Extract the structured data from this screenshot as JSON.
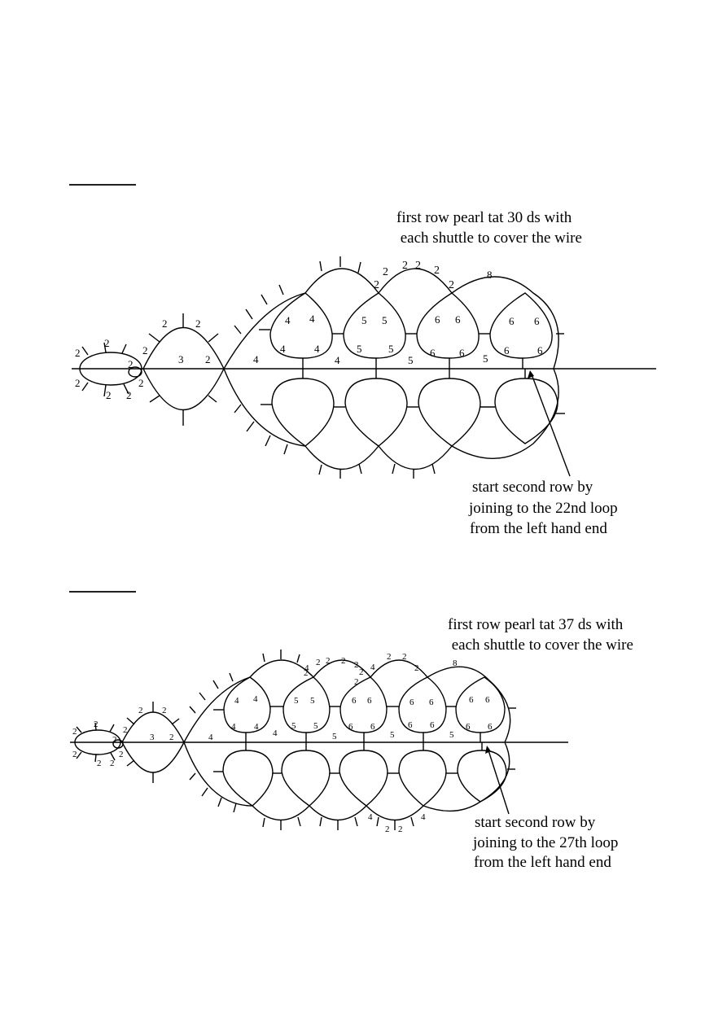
{
  "figures": [
    {
      "note_top": [
        "first row pearl tat 30 ds with",
        " each shuttle to cover the wire"
      ],
      "note_bottom": [
        "start second row by",
        "joining to the 22nd loop",
        "from the left hand end"
      ],
      "counts": {
        "small_ring": [
          "2",
          "2",
          "2",
          "2",
          "2",
          "2",
          "2",
          "2"
        ],
        "mid_ring": [
          "2",
          "2",
          "3",
          "2",
          "2"
        ],
        "chain": [
          "4",
          "4",
          "5",
          "5"
        ],
        "big_chain": "8",
        "top_picots": [
          "2",
          "2",
          "2",
          "2",
          "2",
          "2"
        ],
        "rings": [
          [
            "4",
            "4",
            "4",
            "4"
          ],
          [
            "5",
            "5",
            "5",
            "5"
          ],
          [
            "6",
            "6",
            "6",
            "6"
          ],
          [
            "6",
            "6",
            "6",
            "6"
          ]
        ]
      }
    },
    {
      "note_top": [
        "first row pearl tat 37 ds with",
        " each shuttle to cover the wire"
      ],
      "note_bottom": [
        "start second row by",
        "joining to the 27th loop",
        "from the left hand end"
      ],
      "counts": {
        "small_ring": [
          "2",
          "2",
          "2",
          "2",
          "2",
          "2",
          "2",
          "2"
        ],
        "mid_ring": [
          "2",
          "2",
          "3",
          "2"
        ],
        "chain": [
          "4",
          "4",
          "5",
          "5",
          "5"
        ],
        "big_chain": "8",
        "top_picots": [
          "2",
          "2",
          "2",
          "2",
          "2",
          "2",
          "2",
          "2",
          "4",
          "2",
          "2",
          "4"
        ],
        "bottom_picots": [
          "4",
          "2",
          "2",
          "4"
        ],
        "rings": [
          [
            "4",
            "4",
            "4",
            "4"
          ],
          [
            "5",
            "5",
            "5",
            "5"
          ],
          [
            "6",
            "6",
            "6",
            "6"
          ],
          [
            "6",
            "6",
            "6",
            "6"
          ],
          [
            "6",
            "6",
            "6",
            "6"
          ]
        ]
      }
    }
  ]
}
